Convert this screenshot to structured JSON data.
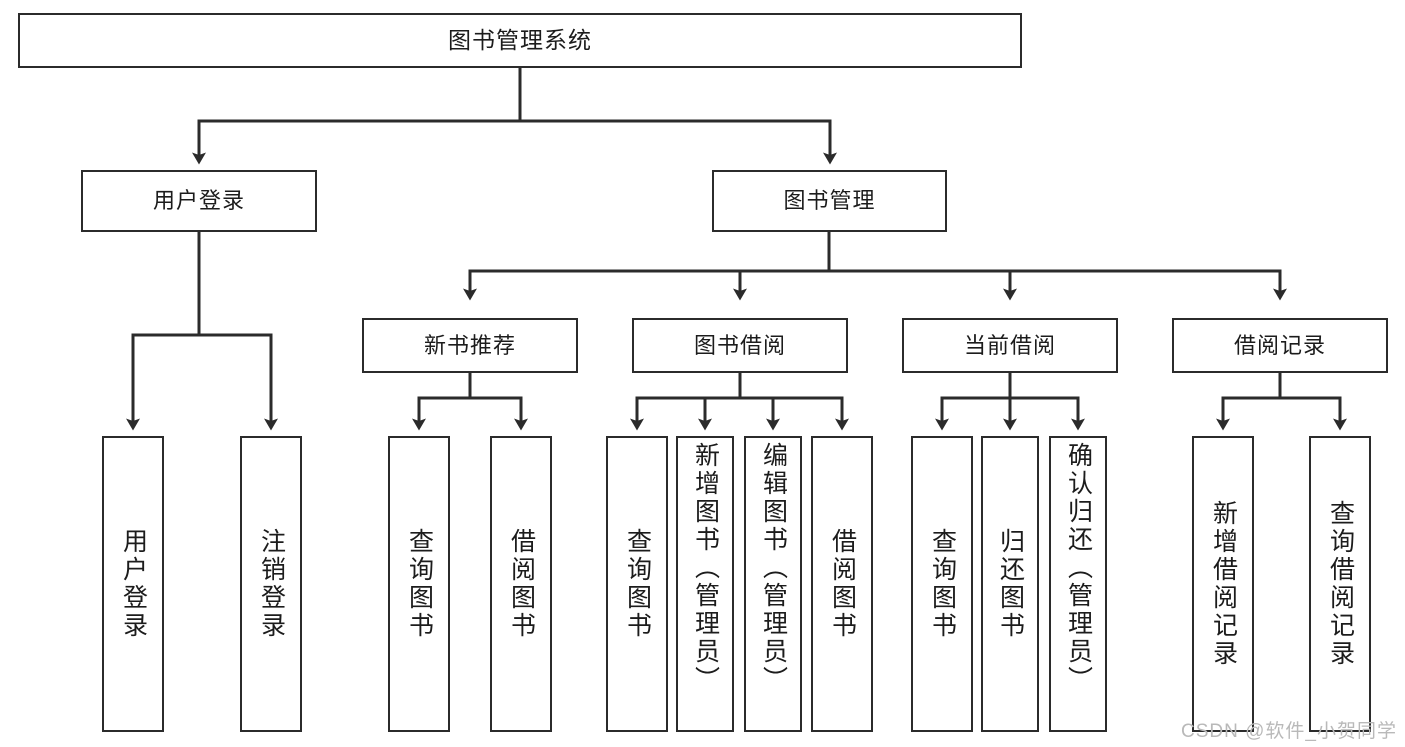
{
  "diagram": {
    "title": "图书管理系统",
    "type": "hierarchy-tree",
    "watermark": "CSDN @软件_小贺同学",
    "colors": {
      "border": "#2b2b2b",
      "fill": "#ffffff",
      "text": "#1c1c1c",
      "connector": "#2b2b2b",
      "watermark": "#b9b9b9"
    },
    "root": {
      "label": "图书管理系统"
    },
    "level2": [
      {
        "label": "用户登录"
      },
      {
        "label": "图书管理"
      }
    ],
    "level3": [
      {
        "label": "新书推荐"
      },
      {
        "label": "图书借阅"
      },
      {
        "label": "当前借阅"
      },
      {
        "label": "借阅记录"
      }
    ],
    "leaves": {
      "user_login": [
        {
          "label": "用户登录"
        },
        {
          "label": "注销登录"
        }
      ],
      "new_book": [
        {
          "label": "查询图书"
        },
        {
          "label": "借阅图书"
        }
      ],
      "book_borrow": [
        {
          "label": "查询图书"
        },
        {
          "label": "新增图书（管理员）"
        },
        {
          "label": "编辑图书（管理员）"
        },
        {
          "label": "借阅图书"
        }
      ],
      "current_borrow": [
        {
          "label": "查询图书"
        },
        {
          "label": "归还图书"
        },
        {
          "label": "确认归还（管理员）"
        }
      ],
      "borrow_record": [
        {
          "label": "新增借阅记录"
        },
        {
          "label": "查询借阅记录"
        }
      ]
    }
  }
}
